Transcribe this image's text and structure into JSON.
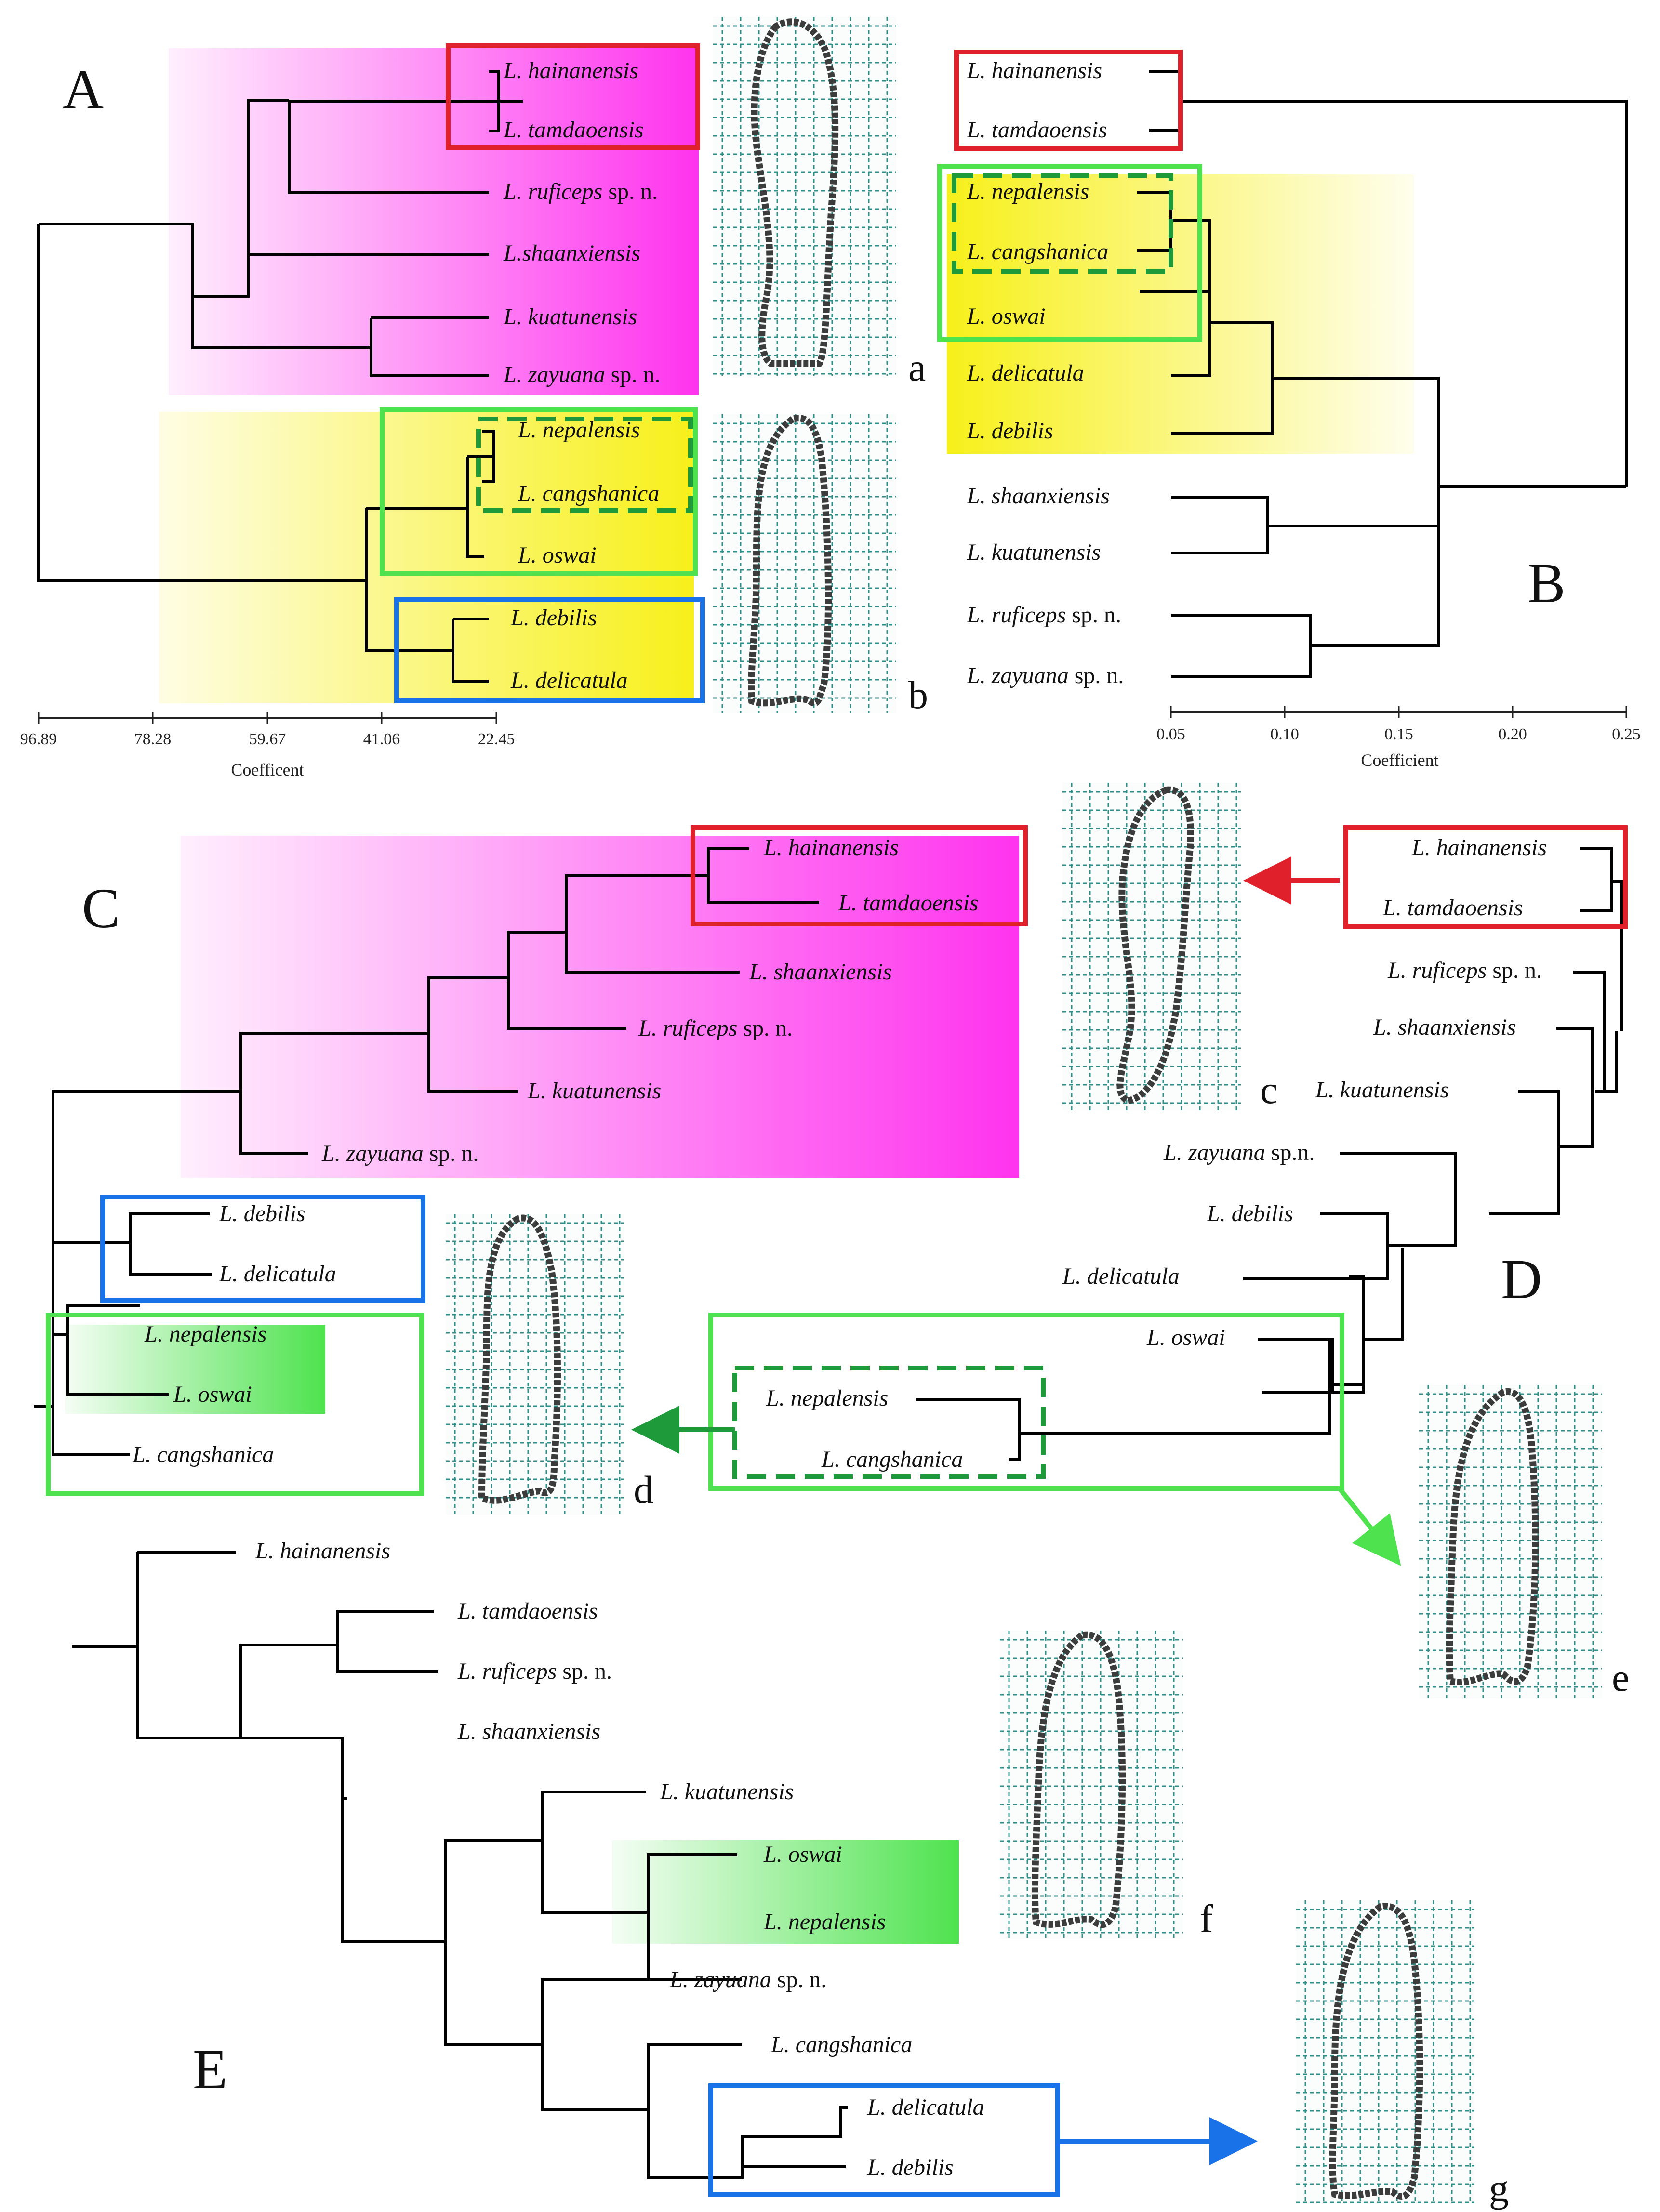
{
  "colors": {
    "red": "#e0202a",
    "green_light": "#4ee34e",
    "green_dark": "#1e9a3a",
    "blue": "#1a72e8",
    "magenta": "#ff33ee",
    "yellow": "#f7f01a",
    "grid": "#2f8f86",
    "outline": "#3c3c3c"
  },
  "panels": {
    "A": {
      "letter": "A",
      "axis_title": "Coefficent",
      "axis_ticks": [
        "96.89",
        "78.28",
        "59.67",
        "41.06",
        "22.45"
      ],
      "taxa": [
        {
          "genus": "L. ",
          "species": "hainanensis",
          "suffix": ""
        },
        {
          "genus": "L. ",
          "species": "tamdaoensis",
          "suffix": ""
        },
        {
          "genus": "L. ",
          "species": "ruficeps",
          "suffix": " sp. n."
        },
        {
          "genus": "L.",
          "species": "shaanxiensis",
          "suffix": ""
        },
        {
          "genus": "L. ",
          "species": "kuatunensis",
          "suffix": ""
        },
        {
          "genus": "L. ",
          "species": "zayuana",
          "suffix": " sp. n."
        },
        {
          "genus": "L. ",
          "species": "nepalensis",
          "suffix": ""
        },
        {
          "genus": "L. ",
          "species": "cangshanica",
          "suffix": ""
        },
        {
          "genus": "L. ",
          "species": "oswai",
          "suffix": ""
        },
        {
          "genus": "L. ",
          "species": "debilis",
          "suffix": ""
        },
        {
          "genus": "L. ",
          "species": "delicatula",
          "suffix": ""
        }
      ]
    },
    "B": {
      "letter": "B",
      "axis_title": "Coefficient",
      "axis_ticks": [
        "0.05",
        "0.10",
        "0.15",
        "0.20",
        "0.25"
      ],
      "taxa": [
        {
          "genus": "L. ",
          "species": "hainanensis",
          "suffix": ""
        },
        {
          "genus": "L. ",
          "species": "tamdaoensis",
          "suffix": ""
        },
        {
          "genus": "L. ",
          "species": "nepalensis",
          "suffix": ""
        },
        {
          "genus": "L. ",
          "species": "cangshanica",
          "suffix": ""
        },
        {
          "genus": "L. ",
          "species": "oswai",
          "suffix": ""
        },
        {
          "genus": "L. ",
          "species": "delicatula",
          "suffix": ""
        },
        {
          "genus": "L. ",
          "species": "debilis",
          "suffix": ""
        },
        {
          "genus": "L. ",
          "species": "shaanxiensis",
          "suffix": ""
        },
        {
          "genus": "L. ",
          "species": "kuatunensis",
          "suffix": ""
        },
        {
          "genus": "L. ",
          "species": "ruficeps",
          "suffix": " sp. n."
        },
        {
          "genus": "L. ",
          "species": "zayuana",
          "suffix": " sp. n."
        }
      ]
    },
    "C": {
      "letter": "C",
      "taxa": [
        {
          "genus": "L. ",
          "species": "hainanensis",
          "suffix": ""
        },
        {
          "genus": "L. ",
          "species": "tamdaoensis",
          "suffix": ""
        },
        {
          "genus": "L. ",
          "species": "shaanxiensis",
          "suffix": ""
        },
        {
          "genus": "L. ",
          "species": "ruficeps",
          "suffix": " sp. n."
        },
        {
          "genus": "L. ",
          "species": "kuatunensis",
          "suffix": ""
        },
        {
          "genus": "L. ",
          "species": "zayuana",
          "suffix": " sp. n."
        },
        {
          "genus": "L. ",
          "species": "debilis",
          "suffix": ""
        },
        {
          "genus": "L. ",
          "species": "delicatula",
          "suffix": ""
        },
        {
          "genus": "L. ",
          "species": "nepalensis",
          "suffix": ""
        },
        {
          "genus": "L. ",
          "species": "oswai",
          "suffix": ""
        },
        {
          "genus": "L. ",
          "species": "cangshanica",
          "suffix": ""
        }
      ]
    },
    "D": {
      "letter": "D",
      "taxa": [
        {
          "genus": "L. ",
          "species": "hainanensis",
          "suffix": ""
        },
        {
          "genus": "L. ",
          "species": "tamdaoensis",
          "suffix": ""
        },
        {
          "genus": "L. ",
          "species": "ruficeps",
          "suffix": " sp. n."
        },
        {
          "genus": "L. ",
          "species": "shaanxiensis",
          "suffix": ""
        },
        {
          "genus": "L. ",
          "species": "kuatunensis",
          "suffix": ""
        },
        {
          "genus": "L. ",
          "species": "zayuana",
          "suffix": " sp.n."
        },
        {
          "genus": "L. ",
          "species": "debilis",
          "suffix": ""
        },
        {
          "genus": "L. ",
          "species": "delicatula",
          "suffix": ""
        },
        {
          "genus": "L. ",
          "species": "oswai",
          "suffix": ""
        },
        {
          "genus": "L. ",
          "species": "nepalensis",
          "suffix": ""
        },
        {
          "genus": "L. ",
          "species": "cangshanica",
          "suffix": ""
        }
      ]
    },
    "E": {
      "letter": "E",
      "taxa": [
        {
          "genus": "L. ",
          "species": "hainanensis",
          "suffix": ""
        },
        {
          "genus": "L. ",
          "species": "tamdaoensis",
          "suffix": ""
        },
        {
          "genus": "L. ",
          "species": "ruficeps",
          "suffix": " sp. n."
        },
        {
          "genus": "L. ",
          "species": "shaanxiensis",
          "suffix": ""
        },
        {
          "genus": "L. ",
          "species": "kuatunensis",
          "suffix": ""
        },
        {
          "genus": "L. ",
          "species": "oswai",
          "suffix": ""
        },
        {
          "genus": "L. ",
          "species": "nepalensis",
          "suffix": ""
        },
        {
          "genus": "L. ",
          "species": "zayuana",
          "suffix": " sp. n."
        },
        {
          "genus": "L. ",
          "species": "cangshanica",
          "suffix": ""
        },
        {
          "genus": "L. ",
          "species": "delicatula",
          "suffix": ""
        },
        {
          "genus": "L. ",
          "species": "debilis",
          "suffix": ""
        }
      ]
    }
  },
  "shape_labels": [
    "a",
    "b",
    "c",
    "d",
    "e",
    "f",
    "g"
  ]
}
